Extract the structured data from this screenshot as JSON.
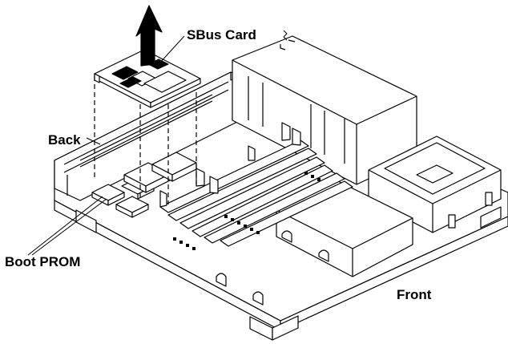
{
  "labels": {
    "sbus_card": "SBus Card",
    "back": "Back",
    "boot_prom": "Boot PROM",
    "front": "Front"
  },
  "colors": {
    "line": "#000000",
    "fill": "#ffffff",
    "dark": "#000000",
    "shade": "#bfbfbf"
  },
  "icons": {
    "removal_arrow": "arrow-up-icon"
  }
}
